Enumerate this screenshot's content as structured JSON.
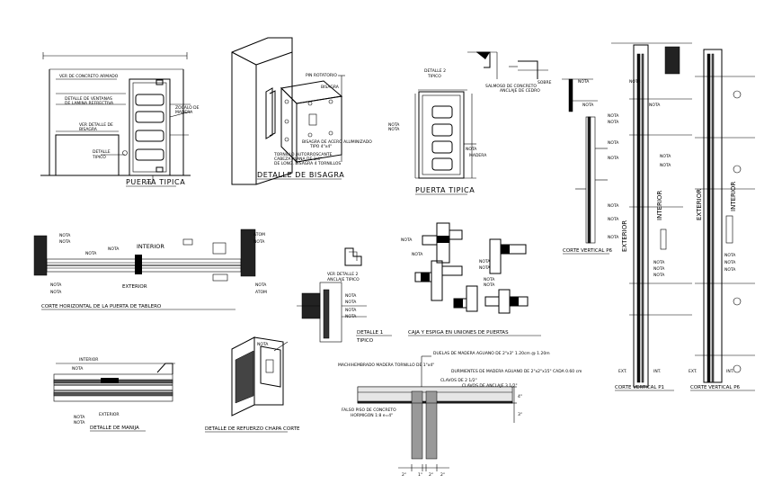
{
  "captions": {
    "puerta_tipica_1": "PUERTA TIPICA",
    "detalle_bisagra": "DETALLE DE BISAGRA",
    "puerta_tipica_2": "PUERTA TIPICA",
    "corte_vertical_p6_small": "CORTE VERTICAL P6",
    "corte_horizontal": "CORTE HORIZONTAL DE LA PUERTA DE TABLERO",
    "detalle_1": "DETALLE 1",
    "tipico": "TIPICO",
    "caja_espiga": "CAJA Y ESPIGA EN UNIONES DE PUERTAS",
    "detalle_de_manija": "DETALLE DE MANIJA",
    "detalle_refuerzo": "DETALLE DE REFUERZO CHAPA CORTE",
    "corte_vertical_p1": "CORTE VERTICAL P1",
    "corte_vertical_p6": "CORTE VERTICAL P6"
  },
  "labels": {
    "interior": "INTERIOR",
    "exterior": "EXTERIOR",
    "nota": "NOTA",
    "ext": "EXT.",
    "int": "INT."
  },
  "notes": {
    "n1": "DUELAS DE MADERA AGUANO DE 2\"x3\" 1.20cm @ 1.20m",
    "n2": "MACHIHEMBRADO MADERA TORNILLO DE 1\"x4\"",
    "n3": "DURMIENTES DE MADERA AGUANO DE 2\"x2\"x15\" CADA 0.60 cm",
    "n4": "CLAVOS DE 2 1/2\"",
    "n5": "CLAVOS DE ANCLAJE 3 1/2\"",
    "n6": "FALSO PISO DE CONCRETO",
    "n7": "HORMIGON 1:8 e=4\""
  },
  "dims": {
    "d1": "2\"",
    "d2": "1\"",
    "d3": "2\"",
    "d4": "2\"",
    "d5": "4\"",
    "d6": "3\""
  },
  "icons": [
    "section-marker-icon",
    "door-panel-icon",
    "hinge-icon"
  ]
}
